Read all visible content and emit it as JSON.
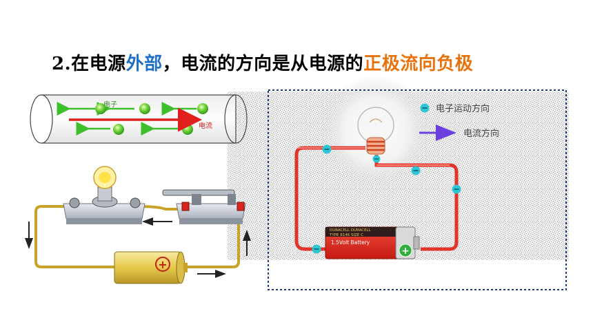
{
  "heading": {
    "prefix": "2.在电源",
    "highlight_blue": "外部",
    "middle": "，电流的方向是从电源的",
    "highlight_orange": "正极流向负极"
  },
  "tube_diagram": {
    "electron_label": "电子",
    "current_label": "电流"
  },
  "right_diagram": {
    "legend_electron": "电子运动方向",
    "legend_current": "电流方向",
    "battery_top_text": "DURACELL  DURACELL",
    "battery_type_text": "TYPE 8146 SIZE C",
    "battery_volt_text": "1.5Volt Battery"
  },
  "colors": {
    "blue_highlight": "#1f6fc6",
    "orange_highlight": "#e8730c",
    "electron_green": "#3cbf2a",
    "current_red": "#e0201c",
    "wire_red": "#e3342a",
    "electron_marker": "#2ec5d6",
    "legend_arrow": "#6b3fe0",
    "frame_border": "#1b3a78"
  }
}
